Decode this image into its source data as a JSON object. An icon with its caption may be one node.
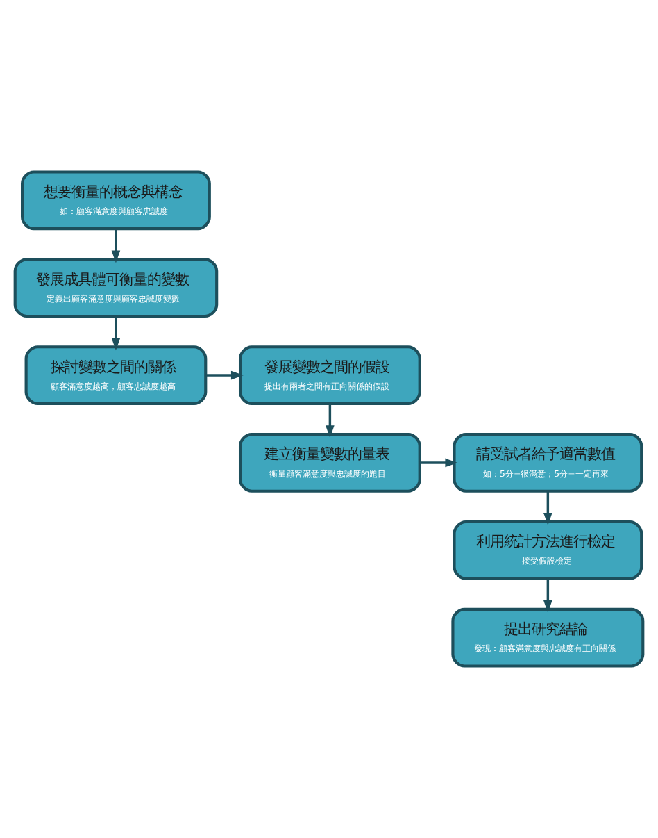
{
  "diagram": {
    "nodes": [
      {
        "text": [
          "想要衡量的概念與構念",
          "如：顧客滿意度與顧客忠誠度"
        ]
      },
      {
        "text": [
          "發展成具體可衡量的變數",
          "定義出顧客滿意度與顧客忠誠度變數"
        ]
      },
      {
        "text": [
          "探討變數之間的關係",
          "顧客滿意度越高，顧客忠誠度越高"
        ]
      },
      {
        "text": [
          "發展變數之間的假設",
          "提出有兩者之間有正向關係的假設"
        ]
      },
      {
        "text": [
          "建立衡量變數的量表",
          "衡量顧客滿意度與忠誠度的題目"
        ]
      },
      {
        "text": [
          "請受試者給予適當數值",
          "如：5分=很滿意；5分=一定再來"
        ]
      },
      {
        "text": [
          "利用統計方法進行檢定",
          "接受假設檢定"
        ]
      },
      {
        "text": [
          "提出研究結論",
          "發現：顧客滿意度與忠誠度有正向關係"
        ]
      }
    ],
    "edges": [
      {
        "from": 0,
        "to": 1,
        "arrow": "to"
      },
      {
        "from": 1,
        "to": 2,
        "arrow": "to"
      },
      {
        "from": 2,
        "to": 3,
        "arrow": "to"
      },
      {
        "from": 3,
        "to": 4,
        "arrow": "to"
      },
      {
        "from": 4,
        "to": 5,
        "arrow": "to"
      },
      {
        "from": 5,
        "to": 6,
        "arrow": "to"
      },
      {
        "from": 6,
        "to": 7,
        "arrow": "to"
      }
    ]
  }
}
